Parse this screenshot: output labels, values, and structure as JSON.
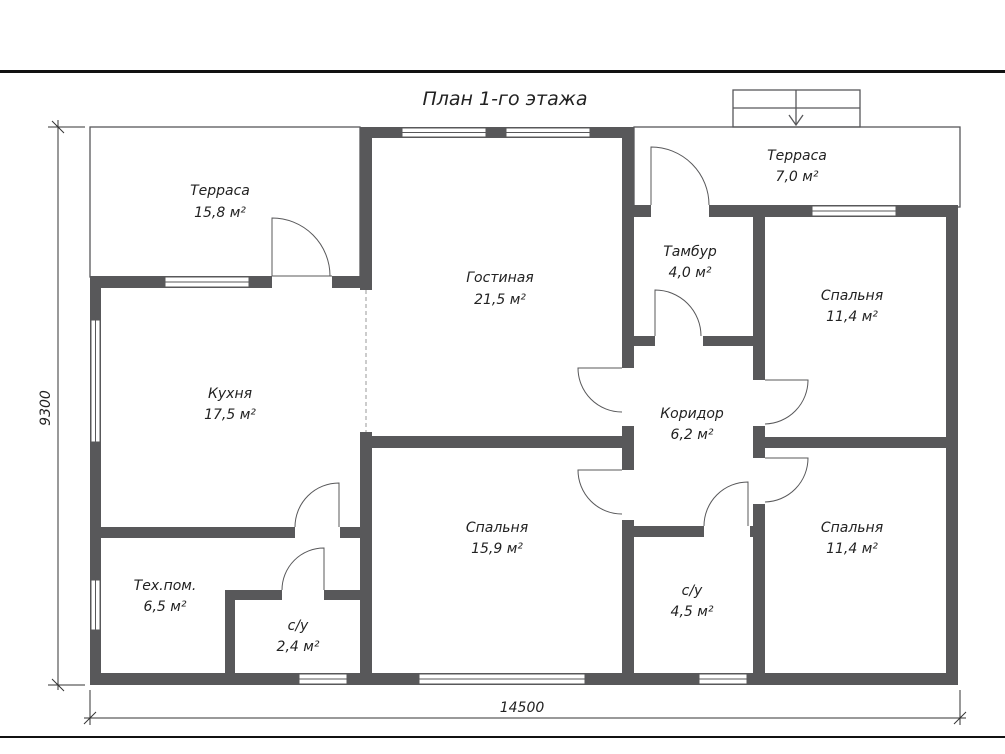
{
  "title": "План 1-го этажа",
  "dimensions": {
    "width": "14500",
    "height": "9300"
  },
  "rooms": [
    {
      "name": "Терраса",
      "area": "15,8 м²"
    },
    {
      "name": "Гостиная",
      "area": "21,5 м²"
    },
    {
      "name": "Терраса",
      "area": "7,0 м²"
    },
    {
      "name": "Тамбур",
      "area": "4,0 м²"
    },
    {
      "name": "Спальня",
      "area": "11,4 м²"
    },
    {
      "name": "Кухня",
      "area": "17,5 м²"
    },
    {
      "name": "Коридор",
      "area": "6,2 м²"
    },
    {
      "name": "Спальня",
      "area": "15,9 м²"
    },
    {
      "name": "Спальня",
      "area": "11,4 м²"
    },
    {
      "name": "Тех.пом.",
      "area": "6,5 м²"
    },
    {
      "name": "с/у",
      "area": "2,4 м²"
    },
    {
      "name": "с/у",
      "area": "4,5 м²"
    }
  ]
}
